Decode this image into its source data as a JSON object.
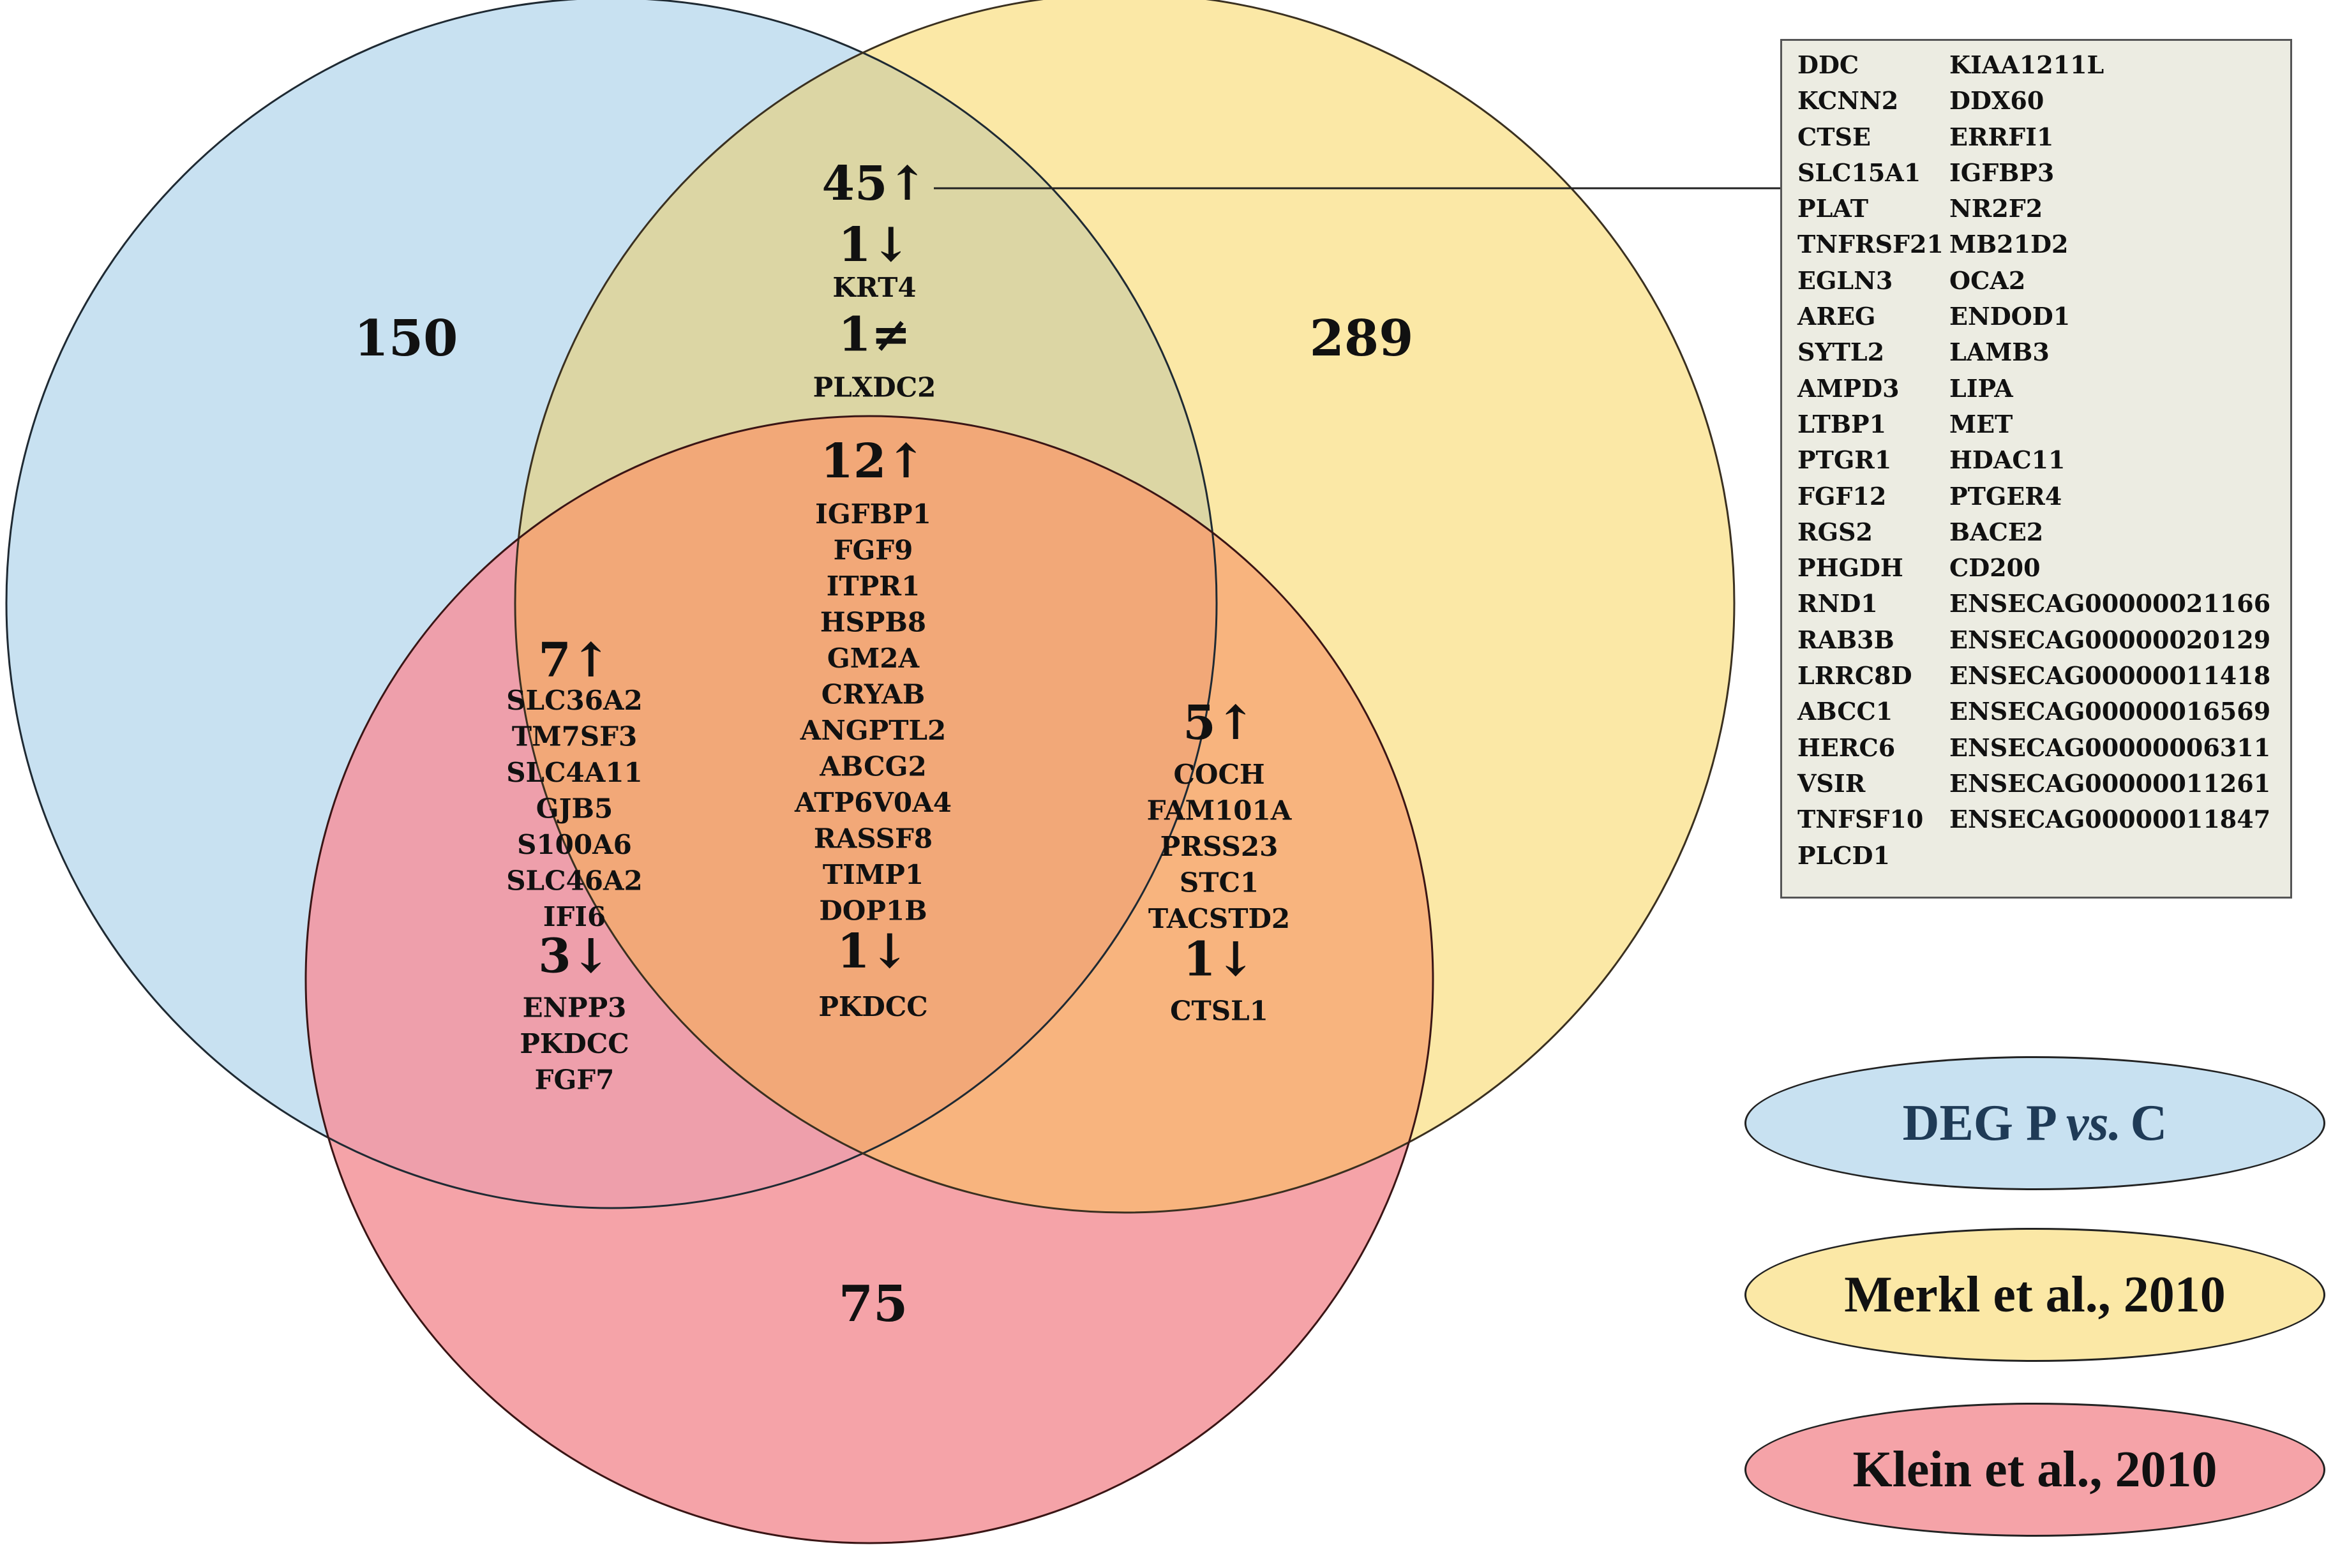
{
  "regions": {
    "only_deg": {
      "count": "150"
    },
    "only_merkl": {
      "count": "289"
    },
    "only_klein": {
      "count": "75"
    },
    "deg_merkl": {
      "up": "45↑",
      "down": "1↓",
      "down_genes": [
        "KRT4"
      ],
      "diff": "1≠",
      "diff_genes": [
        "PLXDC2"
      ]
    },
    "all_three": {
      "up": "12↑",
      "up_genes": [
        "IGFBP1",
        "FGF9",
        "ITPR1",
        "HSPB8",
        "GM2A",
        "CRYAB",
        "ANGPTL2",
        "ABCG2",
        "ATP6V0A4",
        "RASSF8",
        "TIMP1",
        "DOP1B"
      ],
      "down": "1↓",
      "down_genes": [
        "PKDCC"
      ]
    },
    "deg_klein": {
      "up": "7↑",
      "up_genes": [
        "SLC36A2",
        "TM7SF3",
        "SLC4A11",
        "GJB5",
        "S100A6",
        "SLC46A2",
        "IFI6"
      ],
      "down": "3↓",
      "down_genes": [
        "ENPP3",
        "PKDCC",
        "FGF7"
      ]
    },
    "merkl_klein": {
      "up": "5↑",
      "up_genes": [
        "COCH",
        "FAM101A",
        "PRSS23",
        "STC1",
        "TACSTD2"
      ],
      "down": "1↓",
      "down_genes": [
        "CTSL1"
      ]
    }
  },
  "gene_list": {
    "col1": [
      "DDC",
      "KCNN2",
      "CTSE",
      "SLC15A1",
      "PLAT",
      "TNFRSF21",
      "EGLN3",
      "AREG",
      "SYTL2",
      "AMPD3",
      "LTBP1",
      "PTGR1",
      "FGF12",
      "RGS2",
      "PHGDH",
      "RND1",
      "RAB3B",
      "LRRC8D",
      "ABCC1",
      "HERC6",
      "VSIR",
      "TNFSF10",
      "PLCD1"
    ],
    "col2": [
      "KIAA1211L",
      "DDX60",
      "ERRFI1",
      "IGFBP3",
      "NR2F2",
      "MB21D2",
      "OCA2",
      "ENDOD1",
      "LAMB3",
      "LIPA",
      "MET",
      "HDAC11",
      "PTGER4",
      "BACE2",
      "CD200",
      "ENSECAG00000021166",
      "ENSECAG00000020129",
      "ENSECAG00000011418",
      "ENSECAG00000016569",
      "ENSECAG00000006311",
      "ENSECAG00000011261",
      "ENSECAG00000011847"
    ]
  },
  "legend": {
    "deg_prefix": "DEG P",
    "deg_vs": "vs.",
    "deg_suffix": "C",
    "merkl": "Merkl et al., 2010",
    "klein": "Klein et al., 2010"
  },
  "colors": {
    "blue": "#c8e1f1",
    "yellow": "#fbe8a6",
    "red": "#f5a3a8",
    "overlap_blue_yellow": "#dcd6a4",
    "overlap_blue_red": "#ee9fab",
    "overlap_yellow_red": "#f8b47e",
    "overlap_all": "#f2a878"
  }
}
